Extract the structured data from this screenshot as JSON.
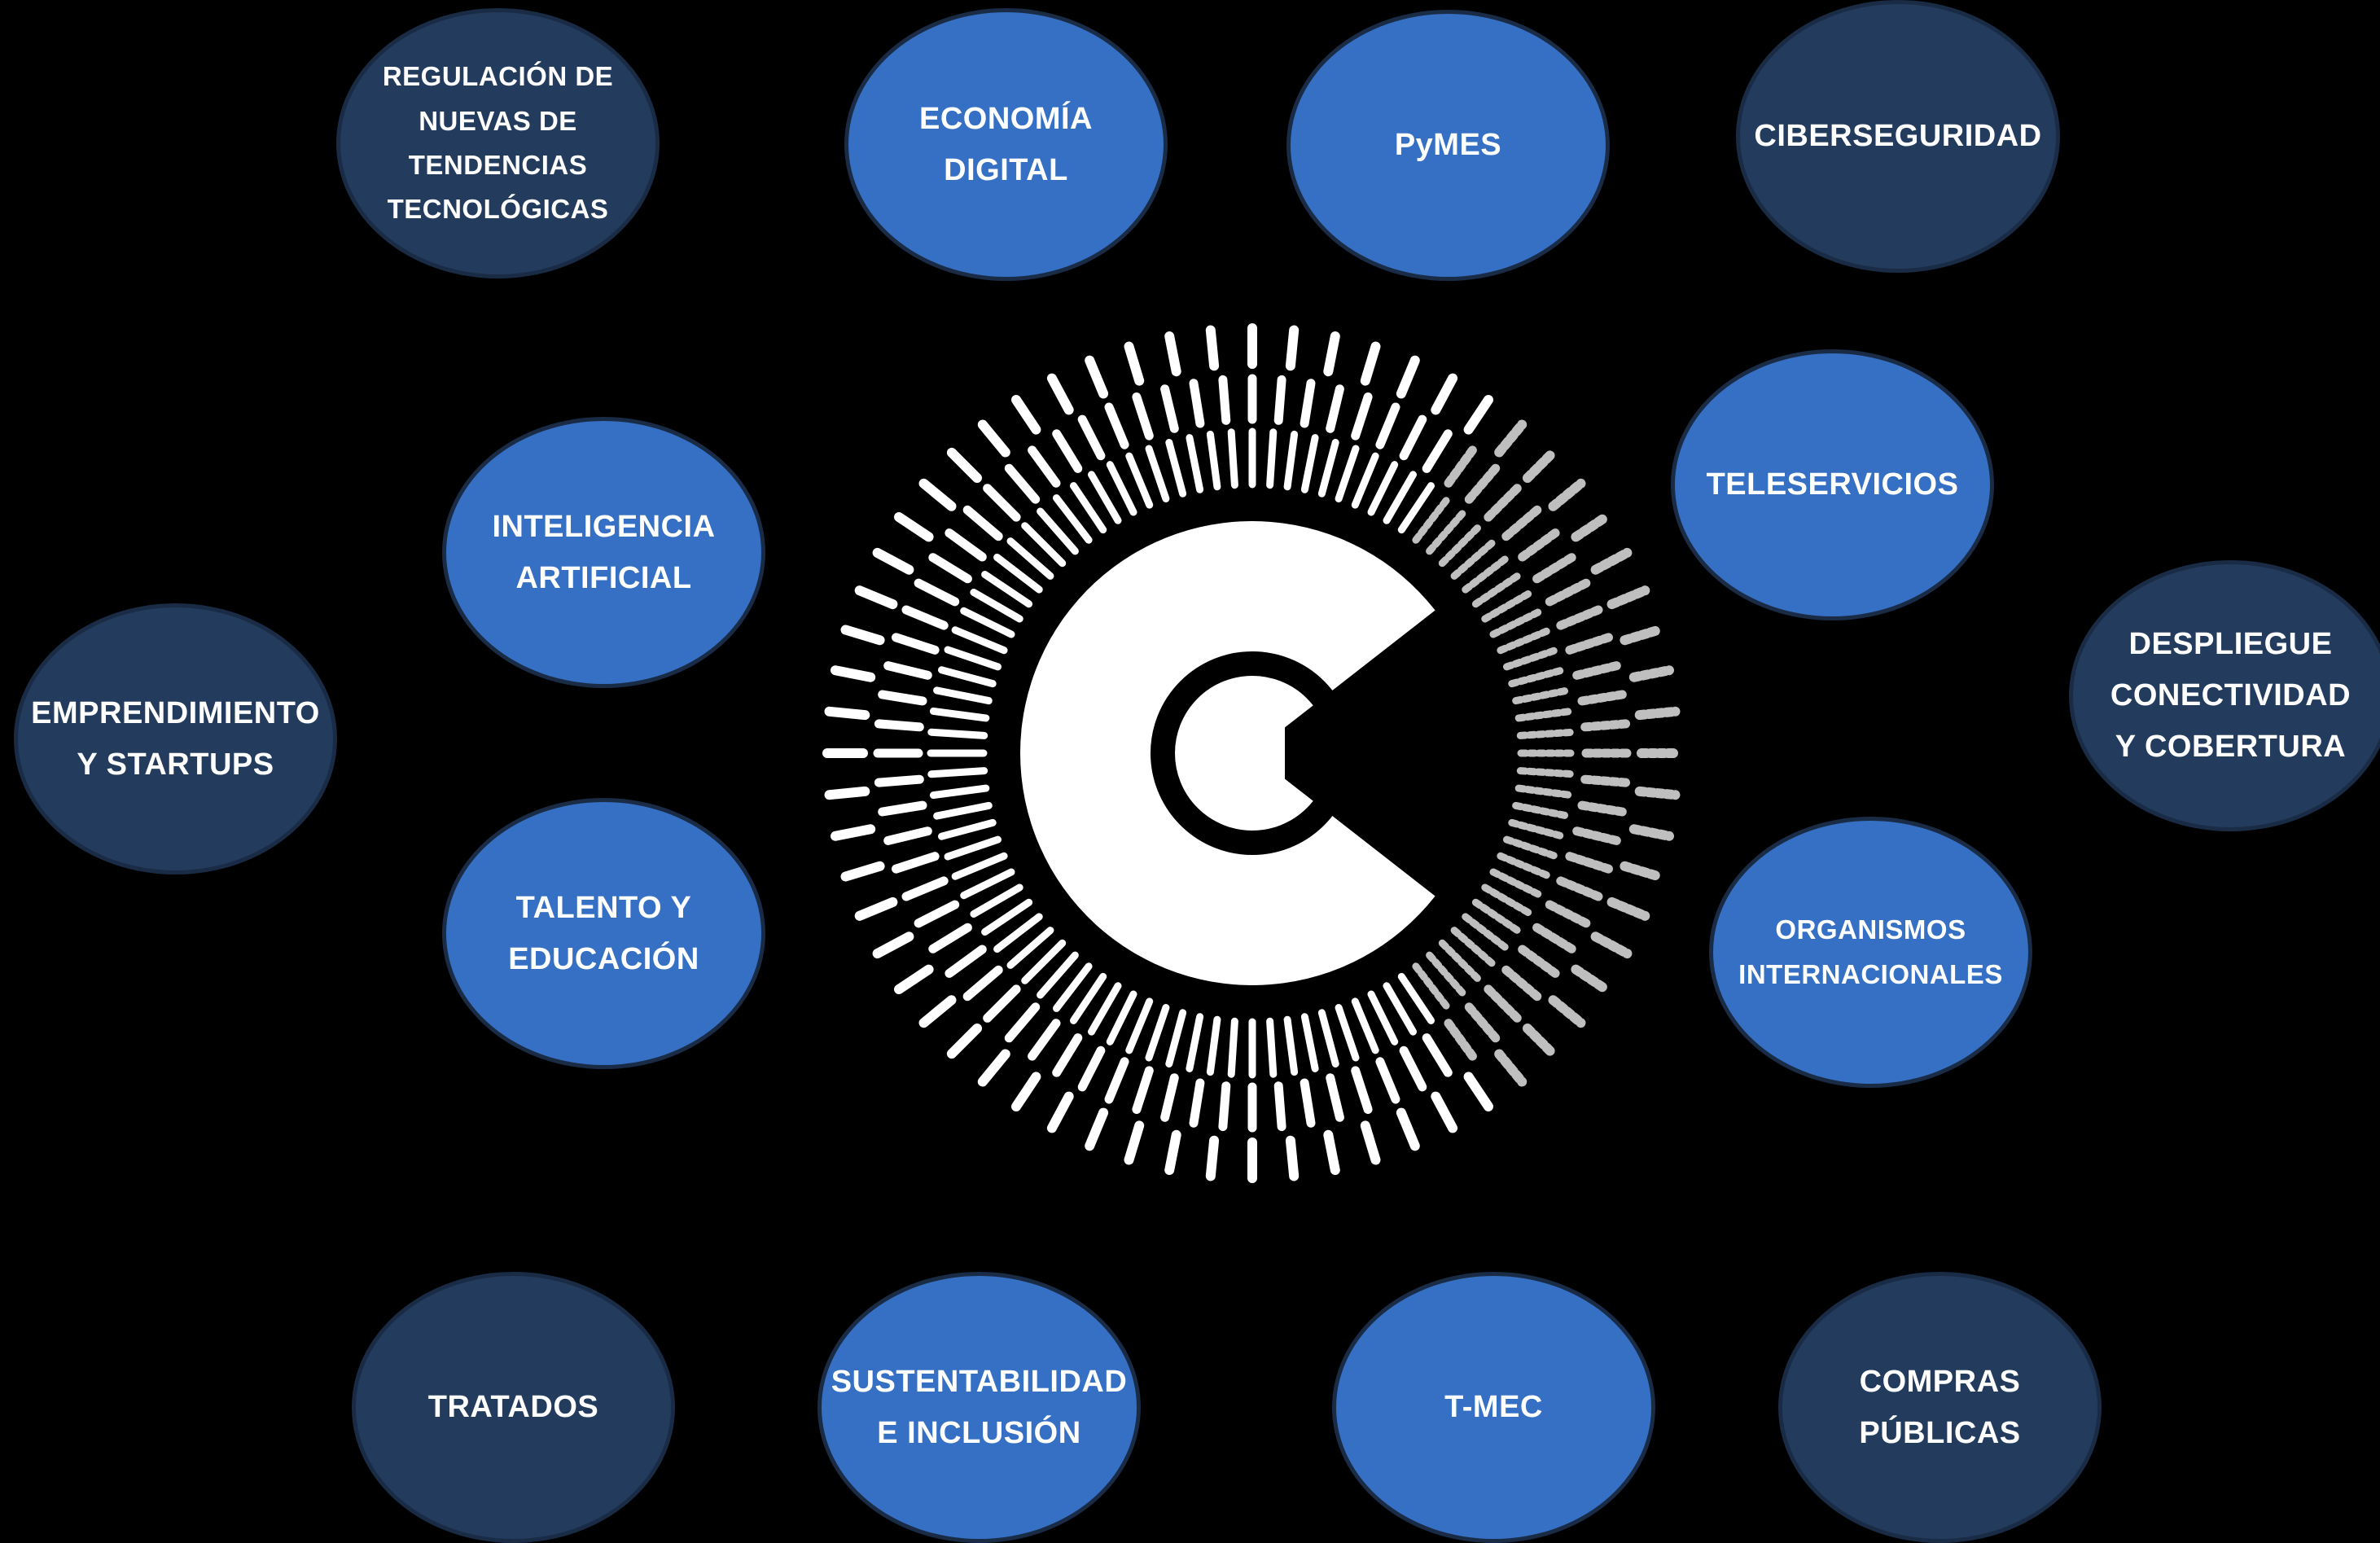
{
  "colors": {
    "background": "#000000",
    "node_light": "#3570c4",
    "node_dark": "#233b5c",
    "node_border": "#1a2b45",
    "logo": "#ffffff"
  },
  "logo": {
    "icon": "radial-c-logo-icon"
  },
  "nodes": [
    {
      "id": "regulacion",
      "label": "REGULACIÓN DE\nNUEVAS DE\nTENDENCIAS\nTECNOLÓGICAS",
      "tone": "dark"
    },
    {
      "id": "economia",
      "label": "ECONOMÍA\nDIGITAL",
      "tone": "light"
    },
    {
      "id": "pymes",
      "label": "PyMES",
      "tone": "light"
    },
    {
      "id": "ciberseguridad",
      "label": "CIBERSEGURIDAD",
      "tone": "dark"
    },
    {
      "id": "teleservicios",
      "label": "TELESERVICIOS",
      "tone": "light"
    },
    {
      "id": "despliegue",
      "label": "DESPLIEGUE\nCONECTIVIDAD\nY COBERTURA",
      "tone": "dark"
    },
    {
      "id": "inteligencia",
      "label": "INTELIGENCIA\nARTIFICIAL",
      "tone": "light"
    },
    {
      "id": "emprendimiento",
      "label": "EMPRENDIMIENTO\nY STARTUPS",
      "tone": "dark"
    },
    {
      "id": "talento",
      "label": "TALENTO Y\nEDUCACIÓN",
      "tone": "light"
    },
    {
      "id": "organismos",
      "label": "ORGANISMOS\nINTERNACIONALES",
      "tone": "light"
    },
    {
      "id": "tratados",
      "label": "TRATADOS",
      "tone": "dark"
    },
    {
      "id": "sustentabilidad",
      "label": "SUSTENTABILIDAD\nE INCLUSIÓN",
      "tone": "light"
    },
    {
      "id": "tmec",
      "label": "T-MEC",
      "tone": "light"
    },
    {
      "id": "compras",
      "label": "COMPRAS\nPÚBLICAS",
      "tone": "dark"
    }
  ]
}
